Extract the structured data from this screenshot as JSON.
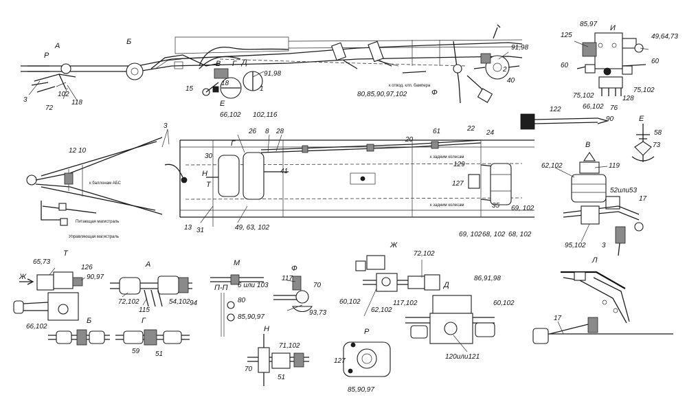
{
  "part_numbers": {
    "p3a": "3",
    "p102a": "102",
    "p72": "72",
    "p118": "118",
    "p15": "15",
    "p18": "18",
    "p9198a": "91,98",
    "p1": "1",
    "p66102a": "66,102",
    "p102116": "102,116",
    "p808590": "80,85,90,97,102",
    "p9198b": "91,98",
    "p2": "2",
    "p40": "40",
    "p8597a": "85,97",
    "p125": "125",
    "p496473": "49,64,73",
    "p60a": "60",
    "p60b": "60",
    "p75102a": "75,102",
    "p75102b": "75,102",
    "p128": "128",
    "p66102b": "66,102",
    "p76": "76",
    "p122": "122",
    "p90a": "90",
    "p58": "58",
    "p73a": "73",
    "p62102a": "62,102",
    "p119": "119",
    "p52": "52или53",
    "p17a": "17",
    "p95102": "95,102",
    "p3b": "3",
    "p3c": "3",
    "p12": "12",
    "p10": "10",
    "p26": "26",
    "p8": "8",
    "p28": "28",
    "p30": "30",
    "p41": "41",
    "p129": "129",
    "p127a": "127",
    "p20": "20",
    "p61": "61",
    "p22": "22",
    "p24": "24",
    "p13": "13",
    "p31": "31",
    "p496302": "49, 63, 102",
    "p35": "35",
    "p69102a": "69, 102",
    "p69102b": "69, 102",
    "p68102a": "68, 102",
    "p68102b": "68, 102",
    "p6573": "65,73",
    "p126": "126",
    "p9097": "90,97",
    "p66102c": "66,102",
    "p72102a": "72,102",
    "p115": "115",
    "p54102": "54,102",
    "p94": "94",
    "p6103": "6 или 103",
    "p80": "80",
    "p859097a": "85,90,97",
    "p117a": "117",
    "p70a": "70",
    "p9373": "93,73",
    "p59": "59",
    "p51a": "51",
    "p71102": "71,102",
    "p70b": "70",
    "p51b": "51",
    "p72102b": "72,102",
    "p60102a": "60,102",
    "p62102b": "62,102",
    "p869198": "86,91,98",
    "p117102": "117,102",
    "p60102b": "60,102",
    "p120121": "120или121",
    "p127b": "127",
    "p859097b": "85,90,97",
    "p17b": "17"
  },
  "section_labels": {
    "A_top": "А",
    "R_top": "Р",
    "B_top": "Б",
    "V_top": "В",
    "G_top": "Г",
    "D_top": "Д",
    "F_top": "Ф",
    "I": "И",
    "E_side": "Е",
    "E_mid": "Е",
    "V_mid": "В",
    "G_mid": "Г",
    "N_mid": "Н",
    "T_mid": "Т",
    "T": "Т",
    "A": "А",
    "B": "Б",
    "G": "Г",
    "M": "М",
    "PP": "П-П",
    "F": "Ф",
    "N": "Н",
    "R": "Р",
    "Zh": "Ж",
    "D": "Д",
    "L": "Л",
    "Zh_arrow": "Ж"
  },
  "annotations": {
    "brake_valve_note": "к отвод. клп. бампера",
    "to_cylinders": "к баллонам АБС",
    "supply_line": "Питающая магистраль",
    "control_line": "Управляющая магистраль",
    "rear_note": "к задним колесам",
    "rear_note2": "к задним колесам"
  }
}
